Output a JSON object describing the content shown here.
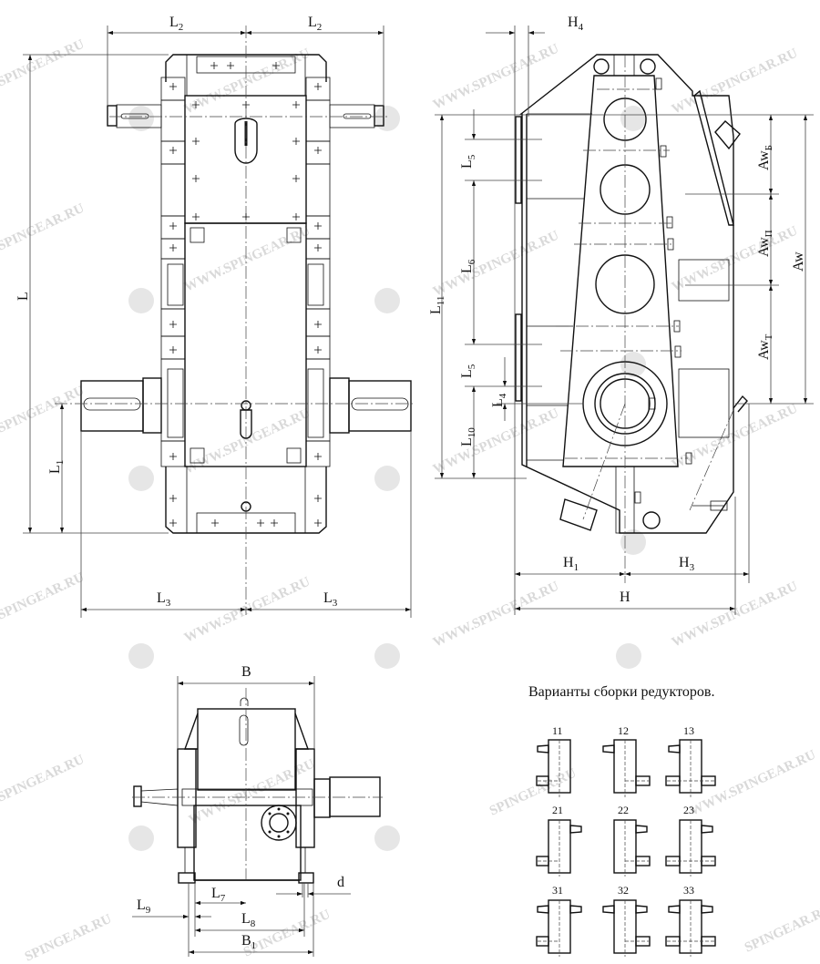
{
  "watermark": {
    "text": "WWW.SPINGEAR.RU",
    "short": "SPINGEAR.RU",
    "color": "#d9d9d9"
  },
  "top_view": {
    "dimensions": {
      "L": {
        "base": "L",
        "sub": ""
      },
      "L1": {
        "base": "L",
        "sub": "1"
      },
      "L2_left": {
        "base": "L",
        "sub": "2"
      },
      "L2_right": {
        "base": "L",
        "sub": "2"
      },
      "L3_left": {
        "base": "L",
        "sub": "3"
      },
      "L3_right": {
        "base": "L",
        "sub": "3"
      }
    }
  },
  "side_view": {
    "dimensions": {
      "H4": {
        "base": "H",
        "sub": "4"
      },
      "L11": {
        "base": "L",
        "sub": "11"
      },
      "L5_top": {
        "base": "L",
        "sub": "5"
      },
      "L6": {
        "base": "L",
        "sub": "6"
      },
      "L5_bottom": {
        "base": "L",
        "sub": "5"
      },
      "L4": {
        "base": "L",
        "sub": "4"
      },
      "L10": {
        "base": "L",
        "sub": "10"
      },
      "Aw_B": {
        "base": "Aw",
        "sub": "Б"
      },
      "Aw_P": {
        "base": "Aw",
        "sub": "П"
      },
      "Aw_T": {
        "base": "Aw",
        "sub": "T"
      },
      "Aw": {
        "base": "Aw",
        "sub": ""
      },
      "H1": {
        "base": "H",
        "sub": "1"
      },
      "H3": {
        "base": "H",
        "sub": "3"
      },
      "H": {
        "base": "H",
        "sub": ""
      }
    }
  },
  "end_view": {
    "dimensions": {
      "B": {
        "base": "B",
        "sub": ""
      },
      "B1": {
        "base": "B",
        "sub": "1"
      },
      "L7": {
        "base": "L",
        "sub": "7"
      },
      "L8": {
        "base": "L",
        "sub": "8"
      },
      "L9": {
        "base": "L",
        "sub": "9"
      },
      "d": {
        "base": "d",
        "sub": ""
      }
    }
  },
  "assembly_variants": {
    "title": "Варианты сборки редукторов.",
    "items": [
      {
        "code": "11",
        "top_shaft": "left",
        "bottom_shaft": "left"
      },
      {
        "code": "12",
        "top_shaft": "left",
        "bottom_shaft": "right"
      },
      {
        "code": "13",
        "top_shaft": "left",
        "bottom_shaft": "both"
      },
      {
        "code": "21",
        "top_shaft": "right",
        "bottom_shaft": "left"
      },
      {
        "code": "22",
        "top_shaft": "right",
        "bottom_shaft": "right"
      },
      {
        "code": "23",
        "top_shaft": "right",
        "bottom_shaft": "both"
      },
      {
        "code": "31",
        "top_shaft": "both",
        "bottom_shaft": "left"
      },
      {
        "code": "32",
        "top_shaft": "both",
        "bottom_shaft": "right"
      },
      {
        "code": "33",
        "top_shaft": "both",
        "bottom_shaft": "both"
      }
    ]
  }
}
